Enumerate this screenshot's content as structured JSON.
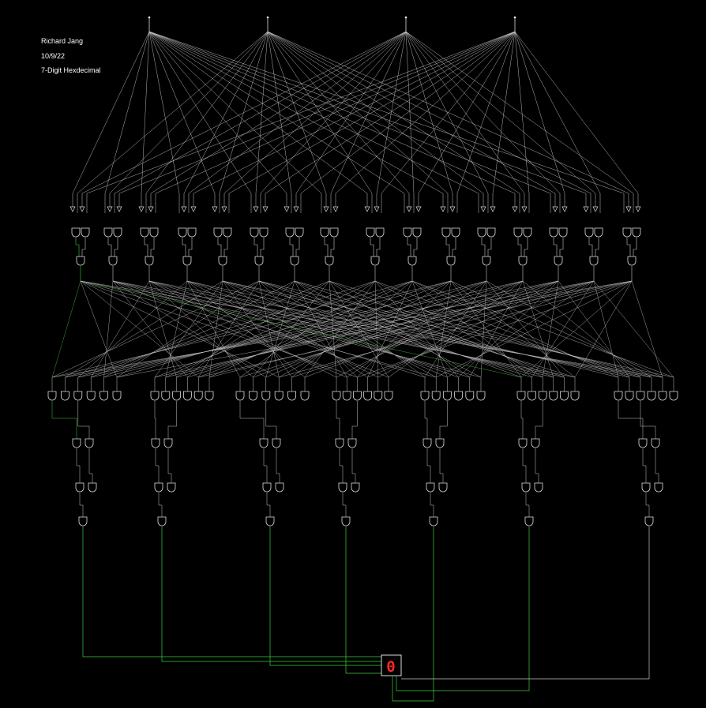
{
  "notes": {
    "author": "Richard Jang",
    "date": "10/9/22",
    "title": "7-Digit Hexdecimal"
  },
  "display": {
    "digit": "0",
    "segment_color": "#ff2a2a"
  },
  "colors": {
    "wire_off": "#c8c8c8",
    "wire_on": "#3ccf3c",
    "background": "#000000"
  }
}
